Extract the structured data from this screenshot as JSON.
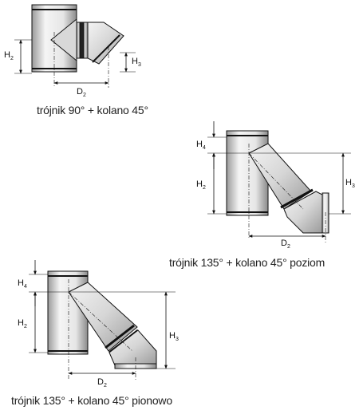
{
  "diagrams": [
    {
      "caption": "trójnik 90° + kolano 45°",
      "labels": {
        "h2": "H",
        "h2_sub": "2",
        "h3": "H",
        "h3_sub": "3",
        "d2": "D",
        "d2_sub": "2"
      }
    },
    {
      "caption": "trójnik 135° + kolano 45° poziom",
      "labels": {
        "h4": "H",
        "h4_sub": "4",
        "h2": "H",
        "h2_sub": "2",
        "h3": "H",
        "h3_sub": "3",
        "d2": "D",
        "d2_sub": "2"
      }
    },
    {
      "caption": "trójnik 135° + kolano 45° pionowo",
      "labels": {
        "h4": "H",
        "h4_sub": "4",
        "h2": "H",
        "h2_sub": "2",
        "h3": "H",
        "h3_sub": "3",
        "d2": "D",
        "d2_sub": "2"
      }
    }
  ],
  "colors": {
    "line": "#111111",
    "metal_light": "#f2f2f2",
    "metal_mid": "#c8c8c8",
    "metal_dark": "#8a8a8a"
  }
}
